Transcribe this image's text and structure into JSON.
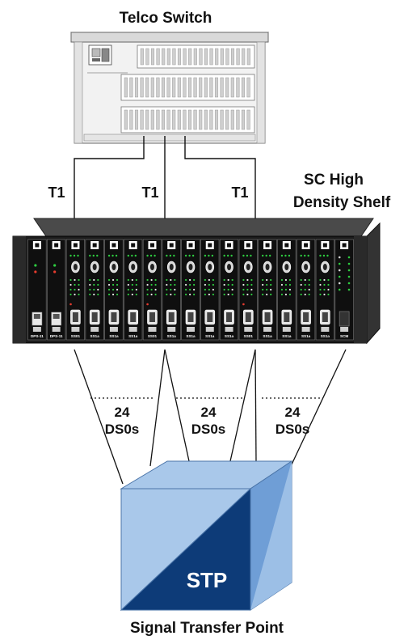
{
  "title_top": "Telco Switch",
  "shelf_label_line1": "SC High",
  "shelf_label_line2": "Density Shelf",
  "links": [
    {
      "label": "T1"
    },
    {
      "label": "T1"
    },
    {
      "label": "T1"
    }
  ],
  "ds0_groups": [
    {
      "count": "24",
      "unit": "DS0s"
    },
    {
      "count": "24",
      "unit": "DS0s"
    },
    {
      "count": "24",
      "unit": "DS0s"
    }
  ],
  "cards": [
    "DPS-11",
    "DPS-11",
    "SS01",
    "SS1a",
    "SS1a",
    "SS1a",
    "SS01",
    "SS1a",
    "SS1a",
    "SS1a",
    "SS1a",
    "SS01",
    "SS1a",
    "SS1a",
    "SS1a",
    "SS1a",
    "SCM"
  ],
  "stp_label": "STP",
  "title_bottom": "Signal Transfer Point",
  "colors": {
    "cube_light": "#a9c8ea",
    "cube_mid": "#6f9ed6",
    "cube_dark": "#0d3b78",
    "switch_body": "#f1f1f1",
    "shelf_body": "#1c1c1c"
  }
}
